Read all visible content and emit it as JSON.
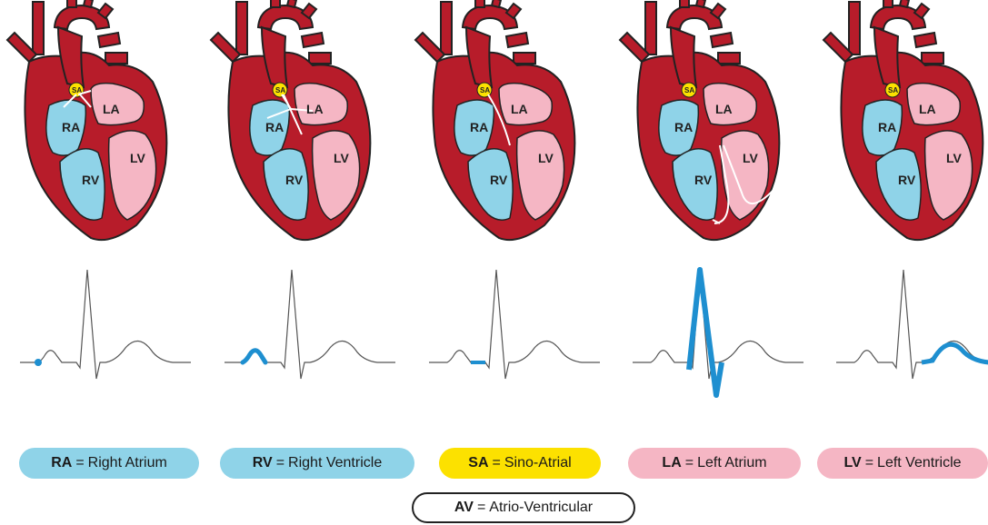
{
  "panels": [
    {
      "step": 1,
      "highlight_ecg": "p-start"
    },
    {
      "step": 2,
      "highlight_ecg": "p-wave"
    },
    {
      "step": 3,
      "highlight_ecg": "pr-segment"
    },
    {
      "step": 4,
      "highlight_ecg": "qrs-complex"
    },
    {
      "step": 5,
      "highlight_ecg": "t-wave"
    }
  ],
  "heart_labels": {
    "sa": "SA",
    "ra": "RA",
    "la": "LA",
    "rv": "RV",
    "lv": "LV"
  },
  "legend": [
    {
      "abbr": "RA",
      "eq": "=",
      "full": "Right Atrium",
      "color": "#8fd3e8"
    },
    {
      "abbr": "RV",
      "eq": "=",
      "full": "Right Ventricle",
      "color": "#8fd3e8"
    },
    {
      "abbr": "SA",
      "eq": "=",
      "full": "Sino-Atrial",
      "color": "#fce100"
    },
    {
      "abbr": "LA",
      "eq": "=",
      "full": "Left Atrium",
      "color": "#f5b6c4"
    },
    {
      "abbr": "LV",
      "eq": "=",
      "full": "Left Ventricle",
      "color": "#f5b6c4"
    }
  ],
  "legend_av": {
    "abbr": "AV",
    "eq": "=",
    "full": "Atrio-Ventricular"
  },
  "colors": {
    "heart_wall": "#b71c2a",
    "heart_outline": "#222222",
    "right_chambers": "#8fd3e8",
    "left_chambers": "#f5b6c4",
    "sa_node": "#fce100",
    "ecg_line": "#555555",
    "ecg_highlight": "#1e8fd0"
  }
}
